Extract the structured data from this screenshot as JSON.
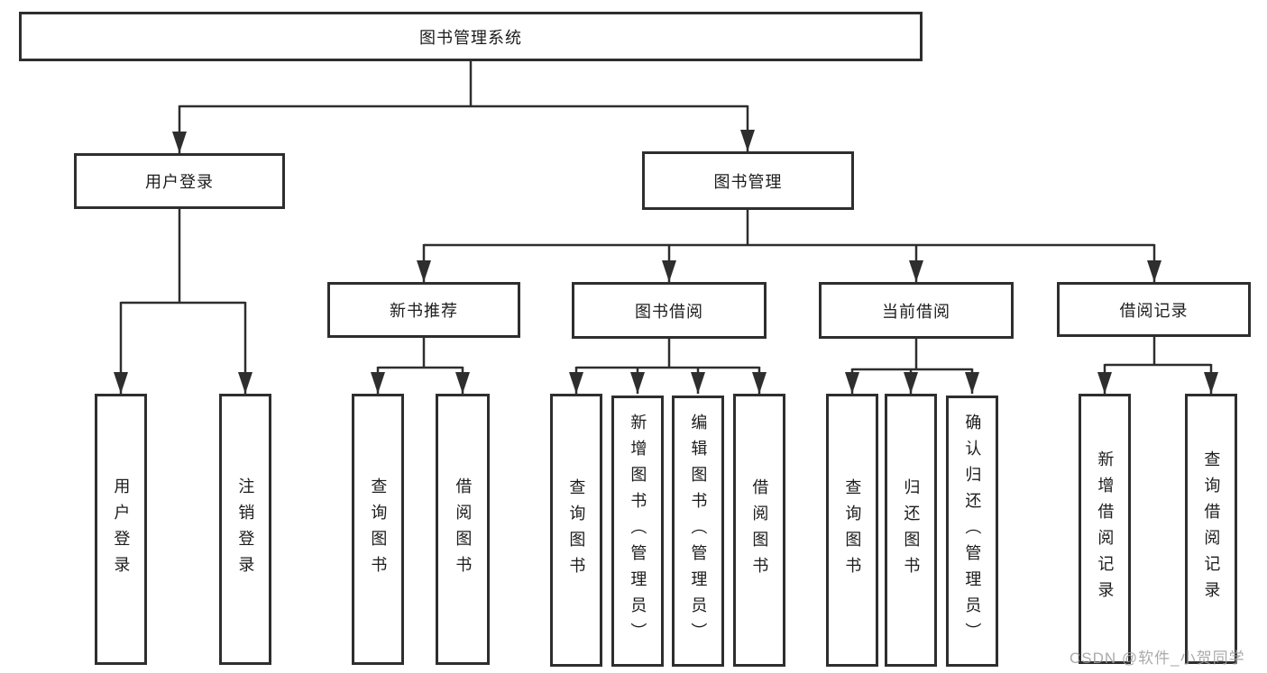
{
  "diagram": {
    "title": "图书管理系统",
    "tree": {
      "label": "图书管理系统",
      "children": [
        {
          "label": "用户登录",
          "children": [
            {
              "label": "用户登录"
            },
            {
              "label": "注销登录"
            }
          ]
        },
        {
          "label": "图书管理",
          "children": [
            {
              "label": "新书推荐",
              "children": [
                {
                  "label": "查询图书"
                },
                {
                  "label": "借阅图书"
                }
              ]
            },
            {
              "label": "图书借阅",
              "children": [
                {
                  "label": "查询图书"
                },
                {
                  "label": "新增图书（管理员）"
                },
                {
                  "label": "编辑图书（管理员）"
                },
                {
                  "label": "借阅图书"
                }
              ]
            },
            {
              "label": "当前借阅",
              "children": [
                {
                  "label": "查询图书"
                },
                {
                  "label": "归还图书"
                },
                {
                  "label": "确认归还（管理员）"
                }
              ]
            },
            {
              "label": "借阅记录",
              "children": [
                {
                  "label": "新增借阅记录"
                },
                {
                  "label": "查询借阅记录"
                }
              ]
            }
          ]
        }
      ]
    }
  },
  "watermark": "CSDN @软件_小贺同学",
  "colors": {
    "line": "#2e2e2e",
    "text": "#1c1c1c",
    "background": "#ffffff",
    "watermark": "#9e9e9e"
  }
}
